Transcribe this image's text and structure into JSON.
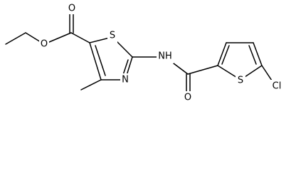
{
  "diagram": {
    "type": "chemical-structure",
    "atom_labels": {
      "ester_O_carbonyl": "O",
      "ester_O_single": "O",
      "thiazole_S": "S",
      "amide_N": "NH",
      "thiazole_N": "N",
      "amide_O": "O",
      "thiophene_S": "S",
      "chlorine": "Cl"
    }
  }
}
